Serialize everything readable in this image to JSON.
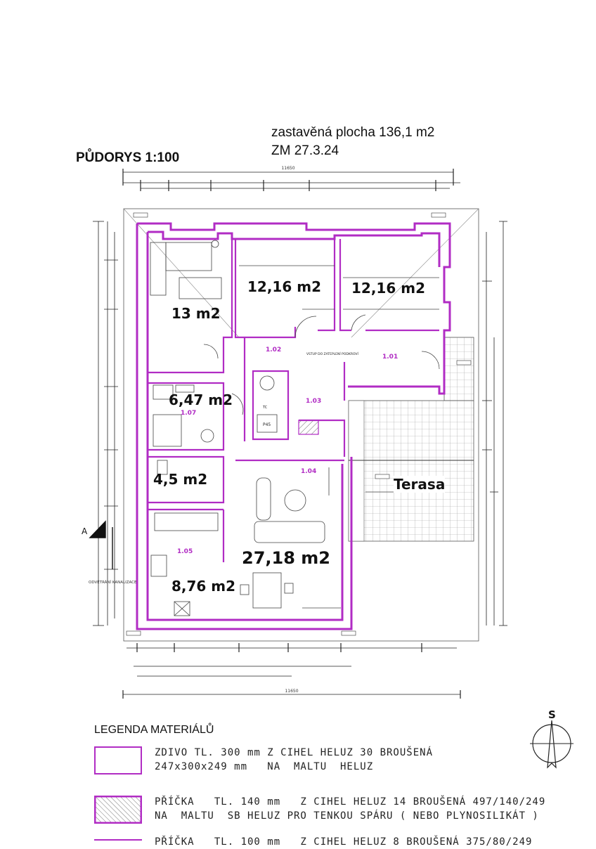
{
  "header": {
    "title": "PŮDORYS 1:100",
    "built_area": "zastavěná plocha 136,1 m2",
    "revision": "ZM  27.3.24"
  },
  "rooms": [
    {
      "id": "r1",
      "area": "13 m2"
    },
    {
      "id": "r2",
      "area": "12,16 m2"
    },
    {
      "id": "r3",
      "area": "12,16 m2"
    },
    {
      "id": "r4",
      "area": "6,47 m2"
    },
    {
      "id": "r5",
      "area": "4,5 m2"
    },
    {
      "id": "r6",
      "area": "27,18 m2"
    },
    {
      "id": "r7",
      "area": "8,76 m2"
    },
    {
      "id": "r8",
      "area": "Terasa"
    }
  ],
  "room_numbers": [
    "1.02",
    "1.01",
    "1.03",
    "1.04",
    "1.05",
    "1.07"
  ],
  "small_labels": {
    "equip_p45": "P45",
    "tc": "TC",
    "section": "A",
    "ventilation": "ODVĚTRÁNÍ KANALIZACE",
    "hatch_note": "VSTUP DO ZATEPLENÍ PODKROVÍ"
  },
  "dimensions": {
    "top_overall": "11650",
    "bottom_overall": "11650"
  },
  "legend": {
    "title": "LEGENDA MATERIÁLŮ",
    "items": [
      {
        "line1": "ZDIVO TL. 300 mm Z CIHEL HELUZ 30 BROUŠENÁ",
        "line2": "247x300x249 mm   NA  MALTU  HELUZ"
      },
      {
        "line1": "PŘÍČKA   TL. 140 mm   Z CIHEL HELUZ 14 BROUŠENÁ 497/140/249",
        "line2": "NA  MALTU  SB HELUZ PRO TENKOU SPÁRU ( NEBO PLYNOSILIKÁT )"
      },
      {
        "line1": "PŘÍČKA   TL. 100 mm   Z CIHEL HELUZ 8 BROUŠENÁ 375/80/249",
        "line2": ""
      }
    ]
  },
  "compass": {
    "label": "S"
  },
  "colors": {
    "wall": "#b12cc4",
    "line": "#222222",
    "hatch": "#888888"
  }
}
